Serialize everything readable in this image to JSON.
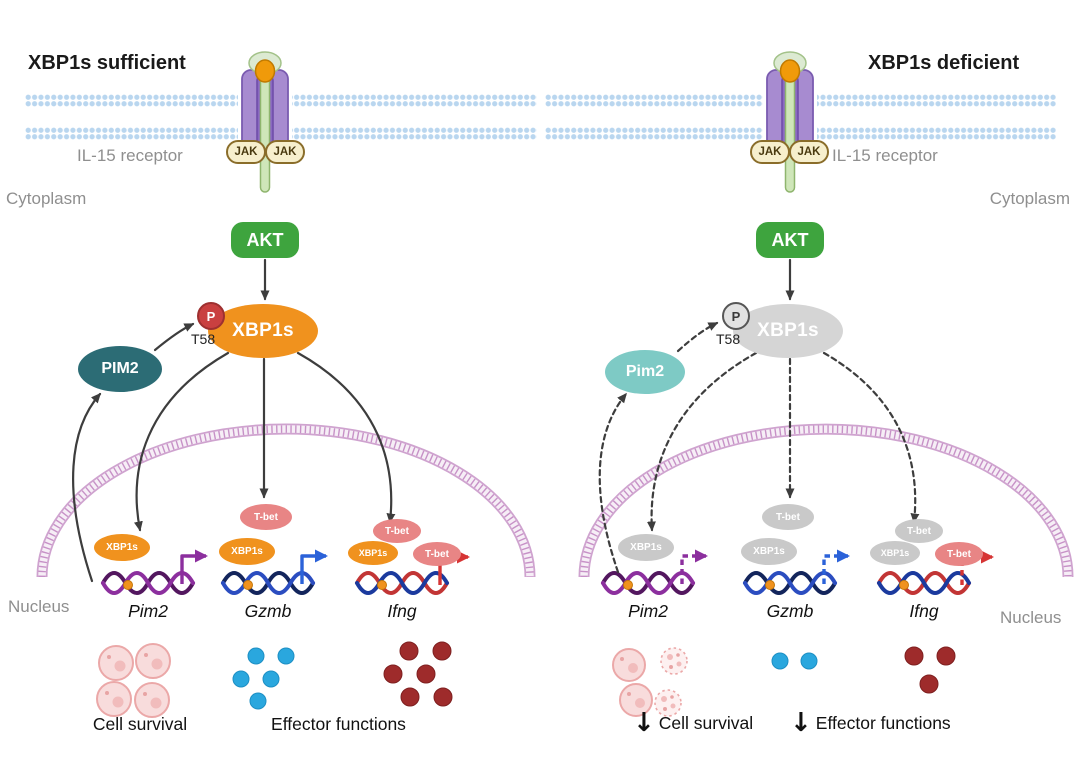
{
  "left": {
    "title": "XBP1s sufficient",
    "il15_label": "IL-15 receptor",
    "jak1": "JAK",
    "jak2": "JAK",
    "cytoplasm": "Cytoplasm",
    "akt": "AKT",
    "phospho": "P",
    "phospho_site": "T58",
    "xbp1s": "XBP1s",
    "pim2_protein": "PIM2",
    "nucleus": "Nucleus",
    "genes": {
      "pim2": {
        "label": "Pim2",
        "xbp1s_tf": "XBP1s"
      },
      "gzmb": {
        "label": "Gzmb",
        "xbp1s_tf": "XBP1s",
        "tbet_tf": "T-bet"
      },
      "ifng": {
        "label": "Ifng",
        "xbp1s_tf": "XBP1s",
        "tbet_tf_top": "T-bet",
        "tbet_tf_right": "T-bet"
      }
    },
    "outcome_survival": "Cell survival",
    "outcome_effector": "Effector functions"
  },
  "right": {
    "title": "XBP1s deficient",
    "il15_label": "IL-15 receptor",
    "jak1": "JAK",
    "jak2": "JAK",
    "cytoplasm": "Cytoplasm",
    "akt": "AKT",
    "phospho": "P",
    "phospho_site": "T58",
    "xbp1s": "XBP1s",
    "pim2_protein": "Pim2",
    "nucleus": "Nucleus",
    "genes": {
      "pim2": {
        "label": "Pim2",
        "xbp1s_tf": "XBP1s"
      },
      "gzmb": {
        "label": "Gzmb",
        "xbp1s_tf": "XBP1s",
        "tbet_tf": "T-bet"
      },
      "ifng": {
        "label": "Ifng",
        "xbp1s_tf": "XBP1s",
        "tbet_tf_top": "T-bet",
        "tbet_tf_right": "T-bet"
      }
    },
    "outcome_survival": "Cell survival",
    "outcome_effector": "Effector functions",
    "survival_direction": "↓",
    "effector_direction": "↓"
  },
  "colors": {
    "membrane_dots": "#b9d6ef",
    "akt_green": "#3ea43e",
    "xbp1s_orange": "#f0921e",
    "inactive_gray": "#d5d5d5",
    "pim2_teal_dark": "#2c6c75",
    "pim2_teal_light": "#7ecac5",
    "phospho_red": "#c94040",
    "tbet_pink": "#e88585",
    "pim2_gene_purple": "#8c2f9e",
    "gzmb_gene_blue": "#2b62d9",
    "ifng_gene_red": "#d63434",
    "nuclear_envelope_pink": "#c791c7",
    "jak_tan": "#f7efcd",
    "effector_blue_dots": "#2aa7de",
    "effector_red_dots": "#9e2b2b",
    "cell_pink": "#f8dcdc"
  }
}
